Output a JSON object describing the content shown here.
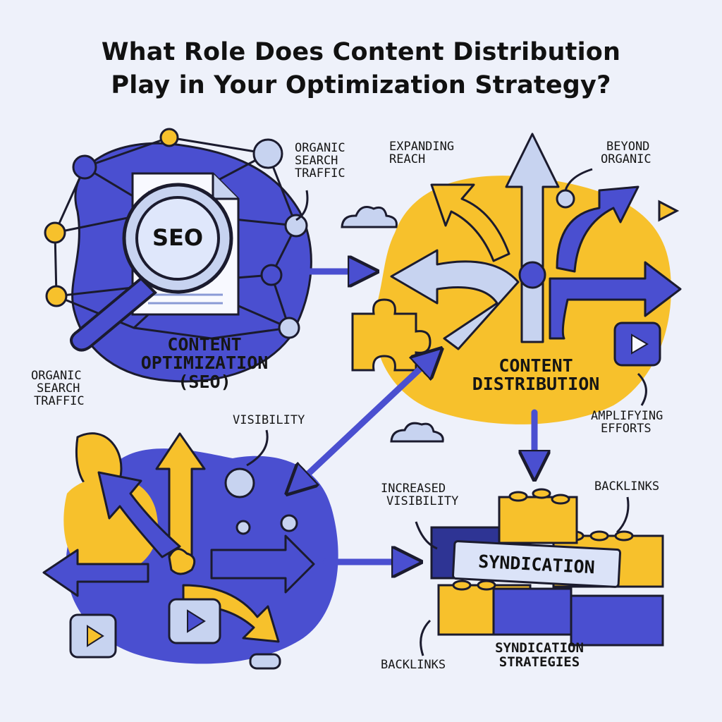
{
  "title": {
    "line1": "What Role Does Content Distribution",
    "line2": "Play in Your Optimization Strategy?"
  },
  "seo_badge": "SEO",
  "syndication_badge": "SYNDICATION",
  "labels": {
    "organic_search_top": [
      "ORGANIC",
      "SEARCH",
      "TRAFFIC"
    ],
    "expanding_reach": [
      "EXPANDING",
      "REACH"
    ],
    "beyond_organic": [
      "BEYOND",
      "ORGANIC"
    ],
    "content_optimization": [
      "CONTENT",
      "OPTIMIZATION",
      "(SEO)"
    ],
    "organic_search_left": [
      "ORGANIC",
      "SEARCH",
      "TRAFFIC"
    ],
    "visibility": "VISIBILITY",
    "content_distribution": [
      "CONTENT",
      "DISTRIBUTION"
    ],
    "amplifying_efforts": [
      "AMPLIFYING",
      "EFFORTS"
    ],
    "increased_visibility": [
      "INCREASED",
      "VISIBILITY"
    ],
    "backlinks_right": "BACKLINKS",
    "backlinks_bottom": "BACKLINKS",
    "syndication_strategies": [
      "SYNDICATION",
      "STRATEGIES"
    ]
  },
  "icons": [
    "magnifying-glass-icon",
    "document-icon",
    "network-node-icon",
    "puzzle-piece-icon",
    "cloud-icon",
    "play-video-icon",
    "building-block-icon",
    "arrow-icon"
  ],
  "colors": {
    "blue": "#4a4fd0",
    "yellow": "#f7c12c",
    "light_blue": "#c7d3f0",
    "outline": "#1b1b2e",
    "background": "#eef1fa"
  }
}
